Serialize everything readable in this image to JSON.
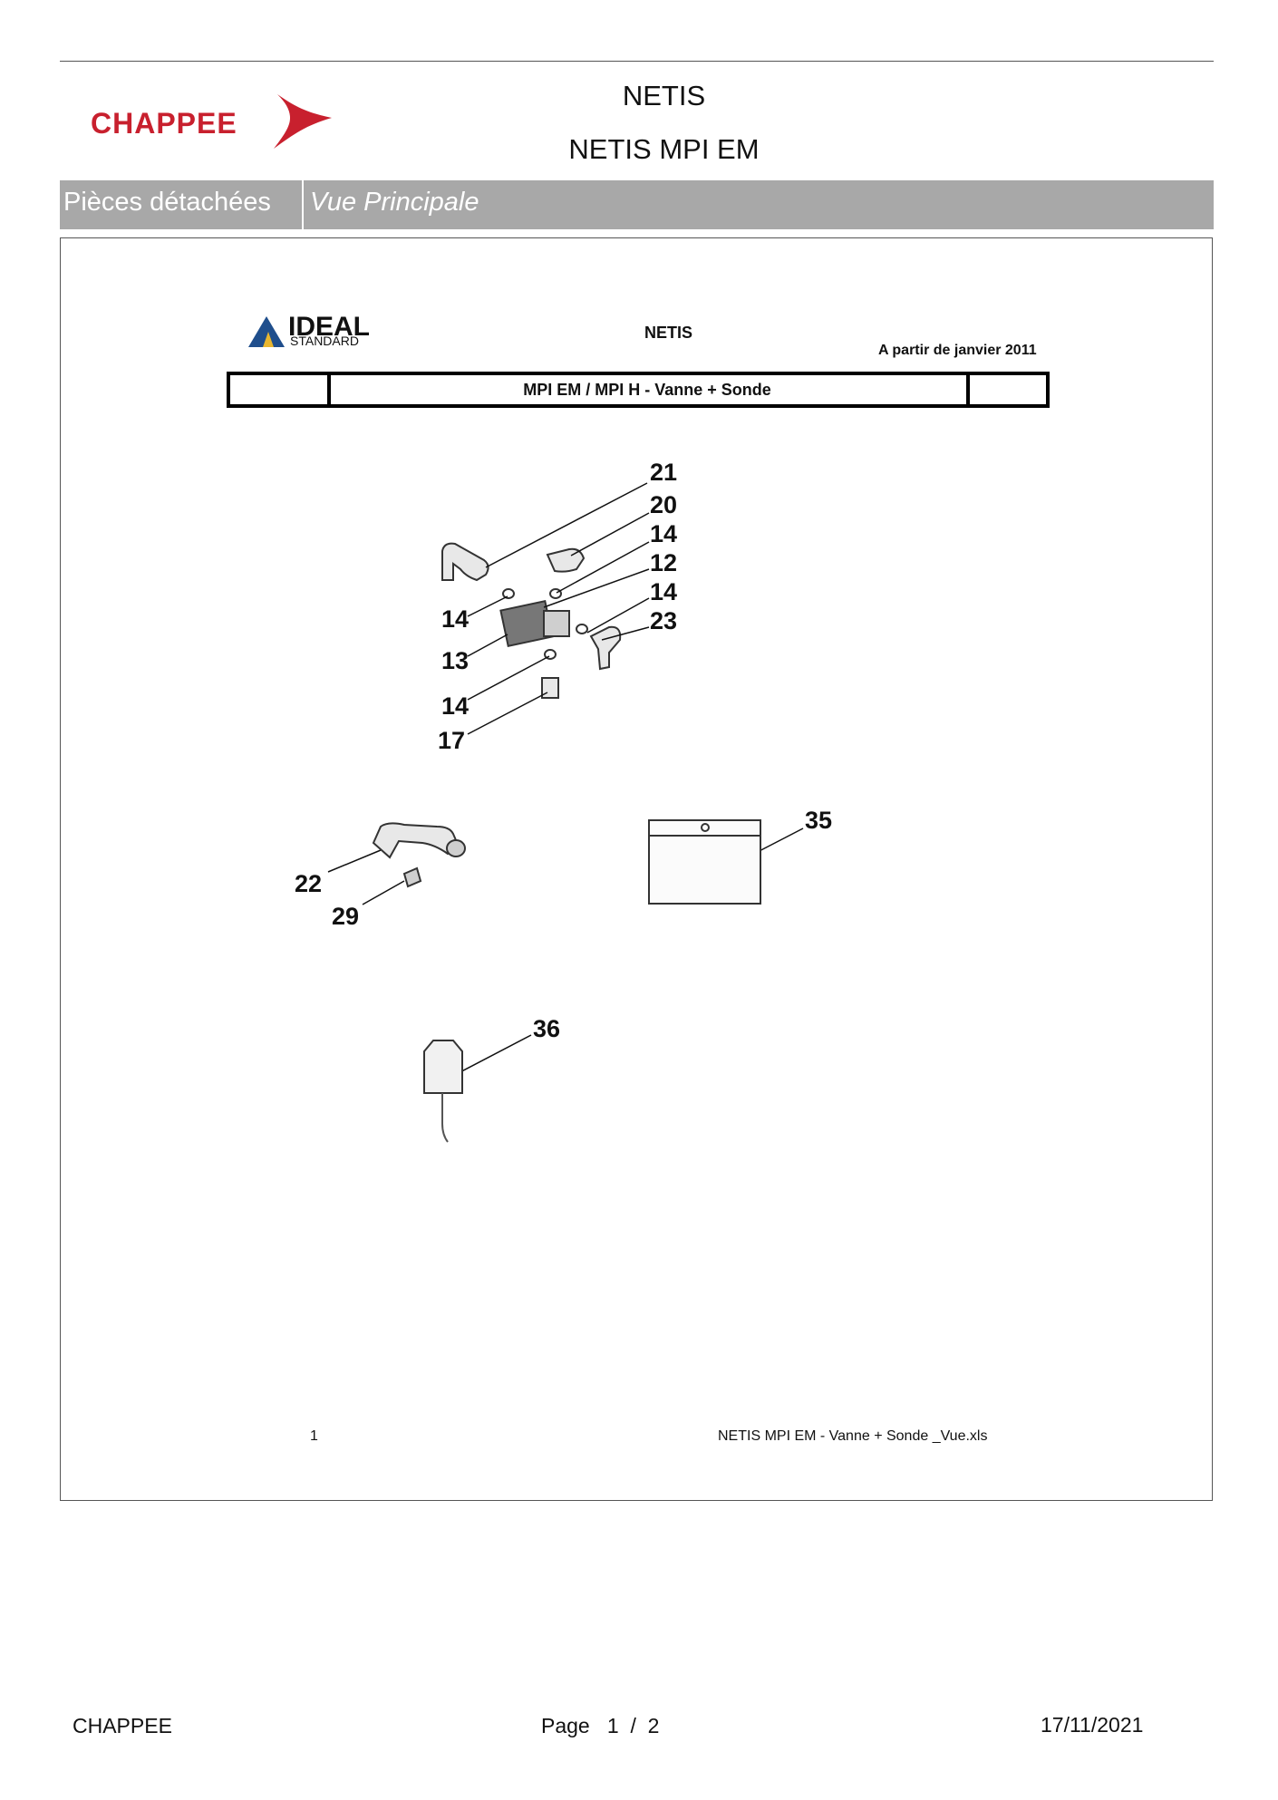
{
  "brand": {
    "name": "CHAPPEE",
    "color": "#c8202e"
  },
  "header": {
    "title": "NETIS",
    "subtitle": "NETIS MPI EM"
  },
  "section_bar": {
    "section": "Pièces détachées",
    "view": "Vue Principale",
    "background": "#a8a8a8"
  },
  "sheet": {
    "logo_line1": "IDEAL",
    "logo_line2": "STANDARD",
    "model": "NETIS",
    "validity": "A partir de janvier 2011",
    "table_title": "MPI EM / MPI H - Vanne + Sonde",
    "page_number": "1",
    "filename": "NETIS MPI EM - Vanne + Sonde _Vue.xls",
    "callouts": [
      "21",
      "20",
      "14",
      "12",
      "14",
      "23",
      "14",
      "13",
      "14",
      "17",
      "22",
      "29",
      "35",
      "36"
    ]
  },
  "footer": {
    "brand": "CHAPPEE",
    "page": "Page   1  /  2",
    "date": "17/11/2021"
  }
}
